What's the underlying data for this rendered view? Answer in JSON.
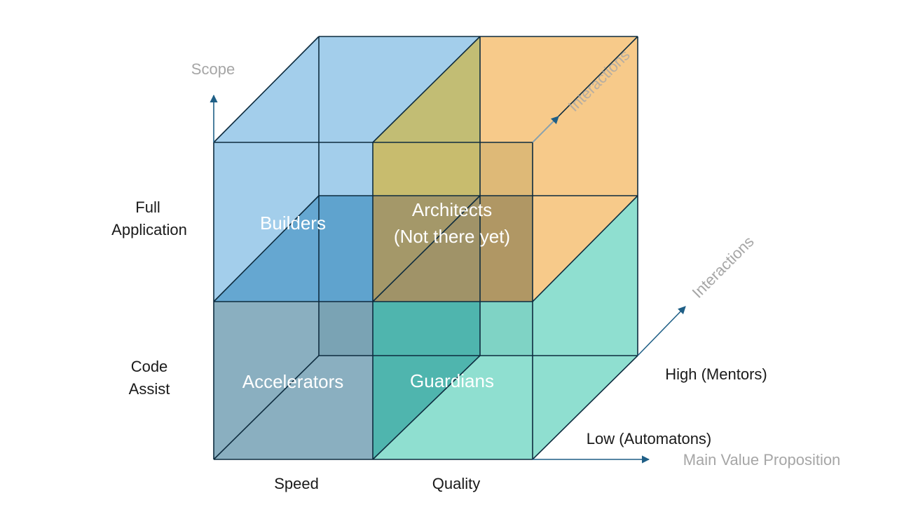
{
  "axes": {
    "vertical": "Scope",
    "horizontal": "Main Value Proposition",
    "depth": "Interactions",
    "depth_faint": "Interactions"
  },
  "rows": {
    "top": [
      "Full",
      "Application"
    ],
    "bottom": [
      "Code",
      "Assist"
    ]
  },
  "columns": {
    "left": "Speed",
    "right": "Quality"
  },
  "depth_levels": {
    "front": "Low (Automatons)",
    "back": "High (Mentors)"
  },
  "cells": {
    "builders": "Builders",
    "architects": [
      "Architects",
      "(Not there yet)"
    ],
    "accelerators": "Accelerators",
    "guardians": "Guardians"
  },
  "colors": {
    "builders": "#9ecbea",
    "architects": "#f7ca8a",
    "accelerators": "#8aafc0",
    "guardians": "#8fdfd0",
    "edges": "#0d2b3e",
    "axis": "#1f5f86"
  }
}
